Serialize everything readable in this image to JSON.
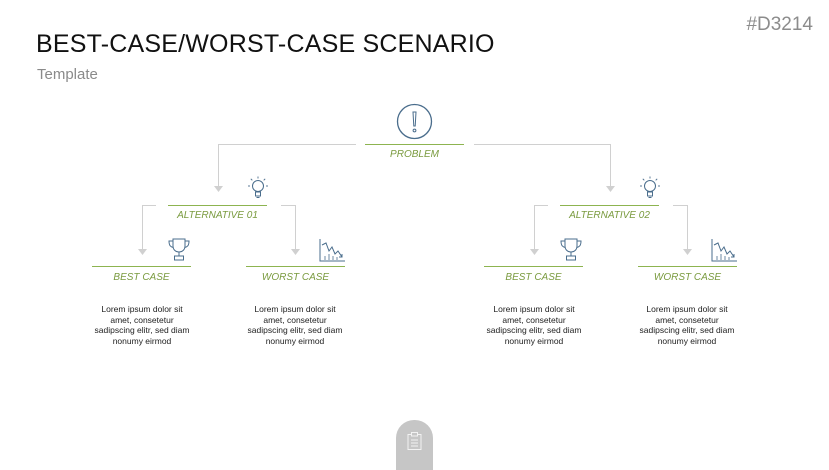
{
  "header": {
    "title": "BEST-CASE/WORST-CASE SCENARIO",
    "subtitle": "Template",
    "code": "#D3214"
  },
  "problem": {
    "label": "PROBLEM",
    "icon": "exclamation-circle-icon"
  },
  "alternatives": [
    {
      "label": "ALTERNATIVE 01",
      "icon": "lightbulb-icon",
      "best": {
        "label": "BEST CASE",
        "icon": "trophy-icon",
        "text": "Lorem ipsum dolor sit amet, consetetur sadipscing elitr, sed diam nonumy eirmod"
      },
      "worst": {
        "label": "WORST CASE",
        "icon": "declining-chart-icon",
        "text": "Lorem ipsum dolor sit amet, consetetur sadipscing elitr, sed diam nonumy eirmod"
      }
    },
    {
      "label": "ALTERNATIVE 02",
      "icon": "lightbulb-icon",
      "best": {
        "label": "BEST CASE",
        "icon": "trophy-icon",
        "text": "Lorem ipsum dolor sit amet, consetetur sadipscing elitr, sed diam nonumy eirmod"
      },
      "worst": {
        "label": "WORST CASE",
        "icon": "declining-chart-icon",
        "text": "Lorem ipsum dolor sit amet, consetetur sadipscing elitr, sed diam nonumy eirmod"
      }
    }
  ],
  "colors": {
    "accent": "#8db450",
    "icon": "#4a6d8c",
    "connector": "#d0d0d0"
  },
  "footer": {
    "icon": "clipboard-icon"
  }
}
